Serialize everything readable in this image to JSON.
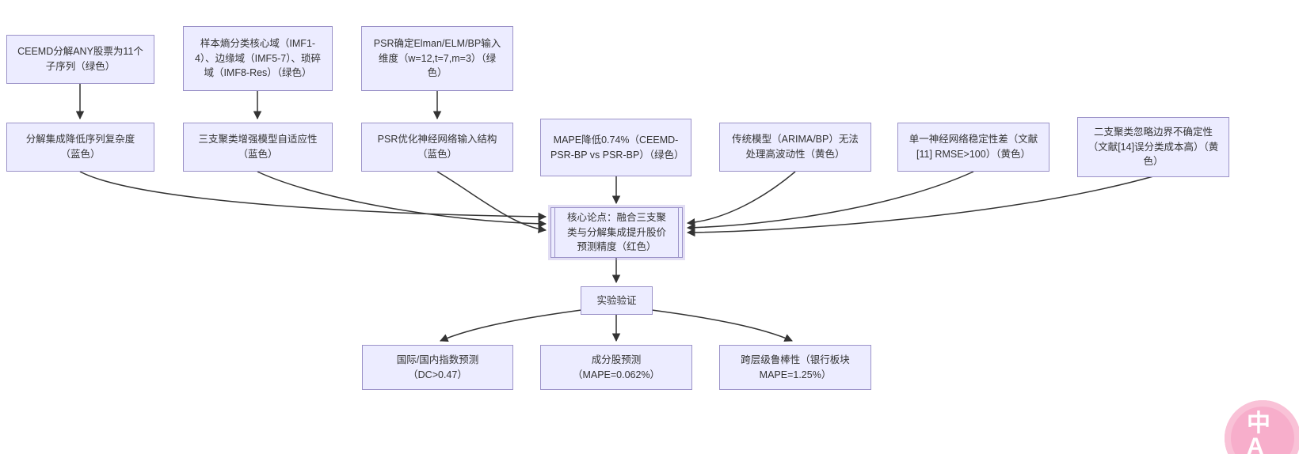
{
  "diagram": {
    "nodes": {
      "ceemd": "CEEMD分解ANY股票为11个子序列（绿色）",
      "entropy": "样本熵分类核心域（IMF1-4）、边缘域（IMF5-7）、琐碎域（IMF8-Res）（绿色）",
      "psr_input": "PSR确定Elman/ELM/BP输入维度（w=12,t=7,m=3）（绿色）",
      "decompose_benefit": "分解集成降低序列复杂度（蓝色）",
      "three_way_benefit": "三支聚类增强模型自适应性（蓝色）",
      "psr_benefit": "PSR优化神经网络输入结构（蓝色）",
      "mape_improve": "MAPE降低0.74%（CEEMD-PSR-BP vs PSR-BP）（绿色）",
      "traditional_limit": "传统模型（ARIMA/BP）无法处理高波动性（黄色）",
      "single_nn_limit": "单一神经网络稳定性差（文献[11] RMSE>100）（黄色）",
      "two_way_limit": "二支聚类忽略边界不确定性（文献[14]误分类成本高）（黄色）",
      "core": "核心论点：融合三支聚类与分解集成提升股价预测精度（红色）",
      "experiment": "实验验证",
      "result_index": "国际/国内指数预测（DC>0.47）",
      "result_component": "成分股预测（MAPE=0.062%）",
      "result_robust": "跨层级鲁棒性（银行板块 MAPE=1.25%）"
    },
    "colors": {
      "node_fill": "#ECECFF",
      "node_border": "#9B92C8",
      "arrow": "#333333",
      "core_highlight": "#ADA0E0",
      "background": "#FFFFFF"
    }
  },
  "badge": {
    "label": "中\nA",
    "color": "#F7AECB"
  }
}
